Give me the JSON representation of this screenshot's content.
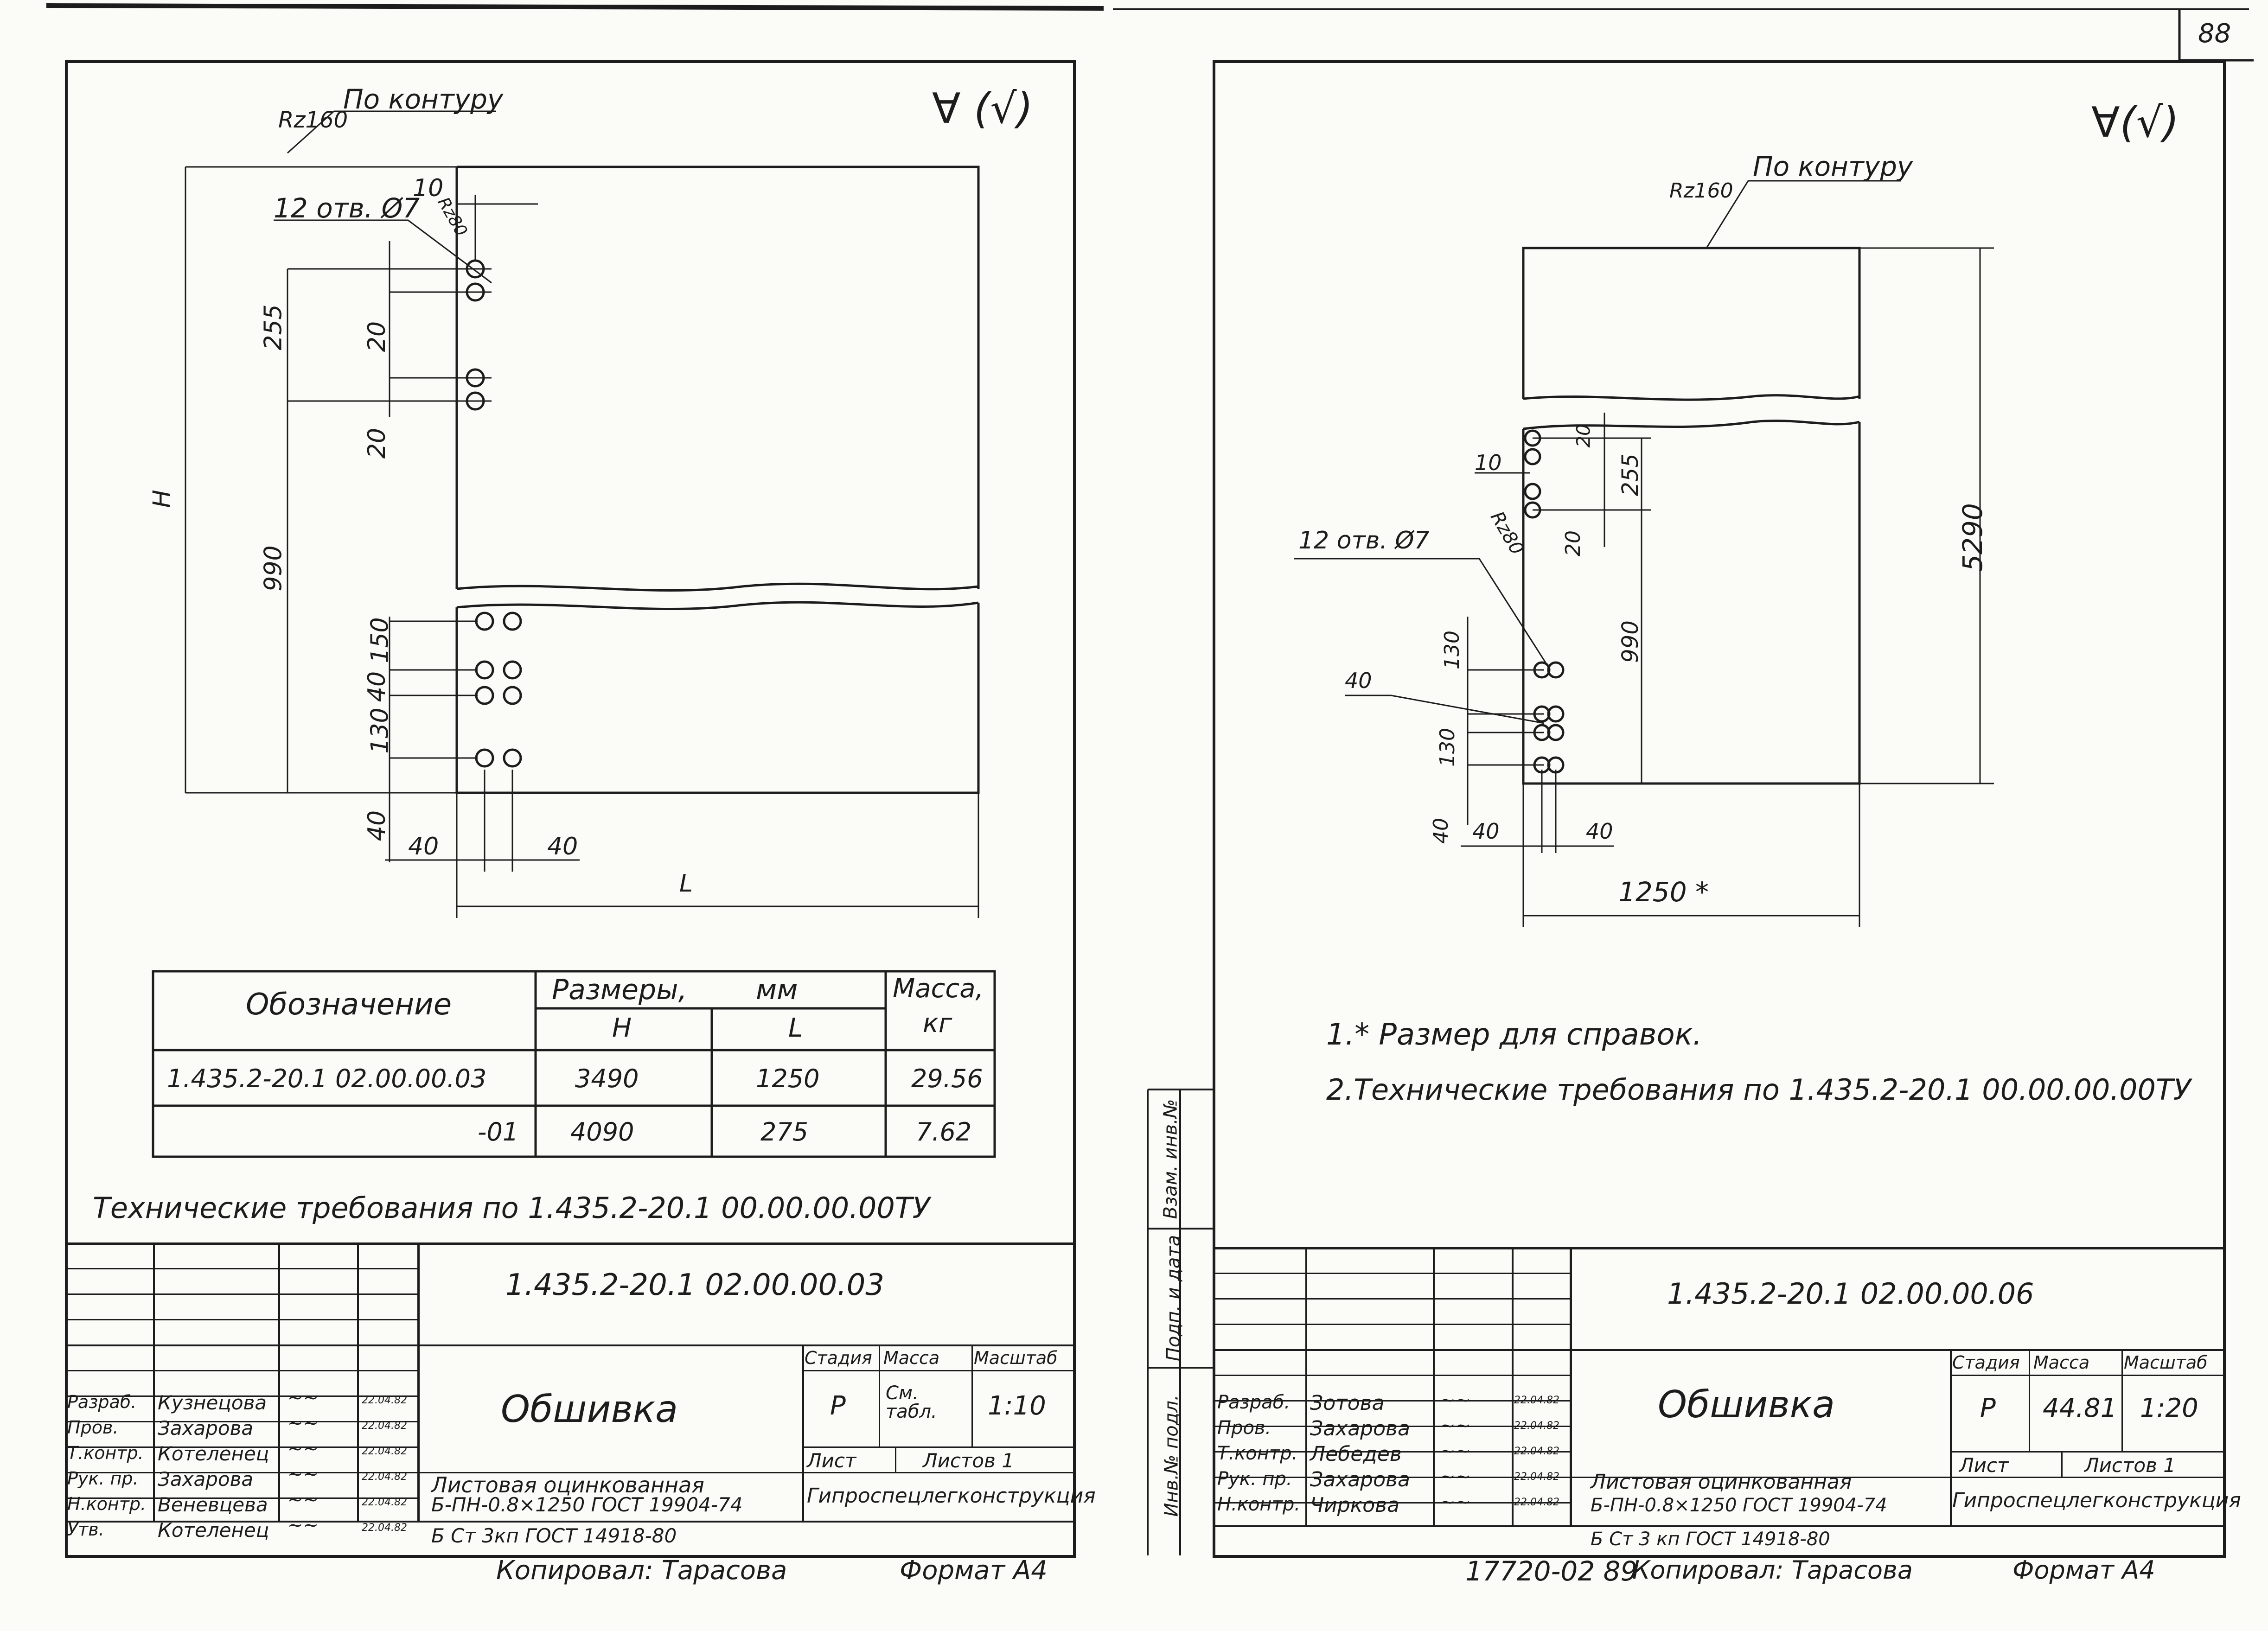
{
  "page_number": "88",
  "left": {
    "roughness_symbol": "∀ (√)",
    "rz": "Rz160",
    "contour": "По контуру",
    "holes": "12 отв. Ø7",
    "rz_small": "Rz80",
    "dims": {
      "d10": "10",
      "d255": "255",
      "d20a": "20",
      "d20b": "20",
      "d990": "990",
      "dH": "H",
      "d150": "150",
      "d40a": "40",
      "d130": "130",
      "d40b": "40",
      "d40c": "40",
      "d40d": "40",
      "dL": "L"
    },
    "table": {
      "h_designation": "Обозначение",
      "h_sizes": "Размеры,",
      "h_mm": "мм",
      "h_mass": "Масса,",
      "h_kg": "кг",
      "h_H": "H",
      "h_L": "L",
      "rows": [
        {
          "designation": "1.435.2-20.1 02.00.00.03",
          "H": "3490",
          "L": "1250",
          "mass": "29.56"
        },
        {
          "designation": "-01",
          "H": "4090",
          "L": "275",
          "mass": "7.62"
        }
      ]
    },
    "tech_req": "Технические требования по 1.435.2-20.1 00.00.00.00ТУ",
    "title_block": {
      "code": "1.435.2-20.1 02.00.00.03",
      "name": "Обшивка",
      "stage_h": "Стадия",
      "mass_h": "Масса",
      "scale_h": "Масштаб",
      "stage": "Р",
      "mass": "См. табл.",
      "scale": "1:10",
      "sheet": "Лист",
      "sheets": "Листов 1",
      "material1": "Листовая оцинкованная",
      "material2": "Б-ПН-0.8×1250 ГОСТ 19904-74",
      "material3": "Б Ст 3кп ГОСТ 14918-80",
      "org": "Гипроспецлегконструкция",
      "people": [
        {
          "role": "Разраб.",
          "name": "Кузнецова",
          "date": "22.04.82"
        },
        {
          "role": "Пров.",
          "name": "Захарова",
          "date": "22.04.82"
        },
        {
          "role": "Т.контр.",
          "name": "Котеленец",
          "date": "22.04.82"
        },
        {
          "role": "Рук. пр.",
          "name": "Захарова",
          "date": "22.04.82"
        },
        {
          "role": "Н.контр.",
          "name": "Веневцева",
          "date": "22.04.82"
        },
        {
          "role": "Утв.",
          "name": "Котеленец",
          "date": "22.04.82"
        }
      ]
    },
    "copied": "Копировал: Тарасова",
    "format": "Формат А4"
  },
  "right": {
    "roughness_symbol": "∀(√)",
    "rz": "Rz160",
    "contour": "По контуру",
    "holes": "12 отв. Ø7",
    "rz_small": "Rz80",
    "dims": {
      "d5290": "5290",
      "d255": "255",
      "d20a": "20",
      "d20b": "20",
      "d10": "10",
      "d990": "990",
      "d130a": "130",
      "d40a": "40",
      "d130b": "130",
      "d40b": "40",
      "d40c": "40",
      "d40d": "40",
      "d1250": "1250 *"
    },
    "note1": "1.* Размер для справок.",
    "note2": "2.Технические требования по 1.435.2-20.1 00.00.00.00ТУ",
    "side_labels": [
      "Взам. инв.№",
      "Подп. и дата",
      "Инв.№ подл."
    ],
    "title_block": {
      "code": "1.435.2-20.1 02.00.00.06",
      "name": "Обшивка",
      "stage_h": "Стадия",
      "mass_h": "Масса",
      "scale_h": "Масштаб",
      "stage": "Р",
      "mass": "44.81",
      "scale": "1:20",
      "sheet": "Лист",
      "sheets": "Листов 1",
      "material1": "Листовая оцинкованная",
      "material2": "Б-ПН-0.8×1250 ГОСТ 19904-74",
      "material3": "Б Ст 3 кп ГОСТ 14918-80",
      "org": "Гипроспецлегконструкция",
      "people": [
        {
          "role": "Разраб.",
          "name": "Зотова",
          "date": "22.04.82"
        },
        {
          "role": "Пров.",
          "name": "Захарова",
          "date": "22.04.82"
        },
        {
          "role": "Т.контр.",
          "name": "Лебедев",
          "date": "22.04.82"
        },
        {
          "role": "Рук. пр.",
          "name": "Захарова",
          "date": "22.04.82"
        },
        {
          "role": "Н.контр.",
          "name": "Чиркова",
          "date": "22.04.82"
        }
      ]
    },
    "doc_number": "17720-02 89",
    "copied": "Копировал: Тарасова",
    "format": "Формат А4"
  }
}
